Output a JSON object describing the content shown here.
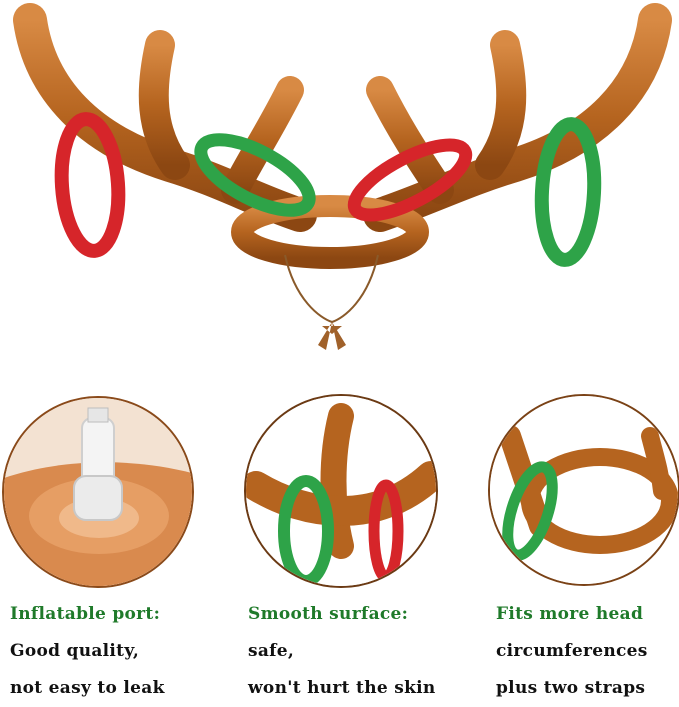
{
  "colors": {
    "antler": "#b5641f",
    "antler_light": "#d88a44",
    "ring_red": "#d6252a",
    "ring_green": "#2ea348",
    "caption_heading": "#1f7a2a",
    "caption_text": "#111111"
  },
  "features": [
    {
      "heading": "Inflatable port:",
      "line1": "Good quality,",
      "line2": "not easy to leak"
    },
    {
      "heading": "Smooth surface:",
      "line1": "safe,",
      "line2": "won't hurt the skin"
    },
    {
      "heading": "Fits more head",
      "line1": "circumferences",
      "line2": "plus two straps"
    }
  ]
}
